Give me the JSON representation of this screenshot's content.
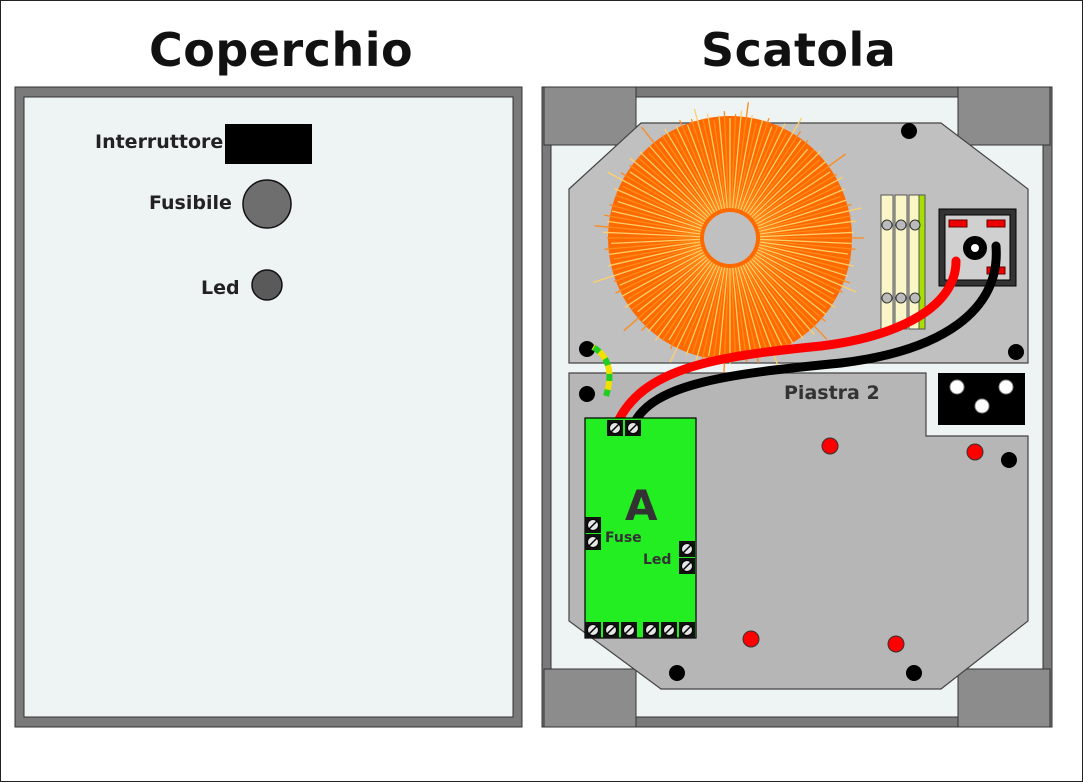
{
  "lid": {
    "title": "Coperchio",
    "labels": {
      "switch": "Interruttore",
      "fuse": "Fusibile",
      "led": "Led"
    }
  },
  "box": {
    "title": "Scatola",
    "plate2_label": "Piastra 2",
    "board": {
      "letter": "A",
      "fuse_label": "Fuse",
      "led_label": "Led"
    }
  },
  "colors": {
    "toroid": "#ff6a00",
    "board": "#22ee22",
    "wire_positive": "#ff0000",
    "wire_negative": "#000000",
    "plate": "#c0c0c0",
    "panel": "#eef4f4"
  }
}
